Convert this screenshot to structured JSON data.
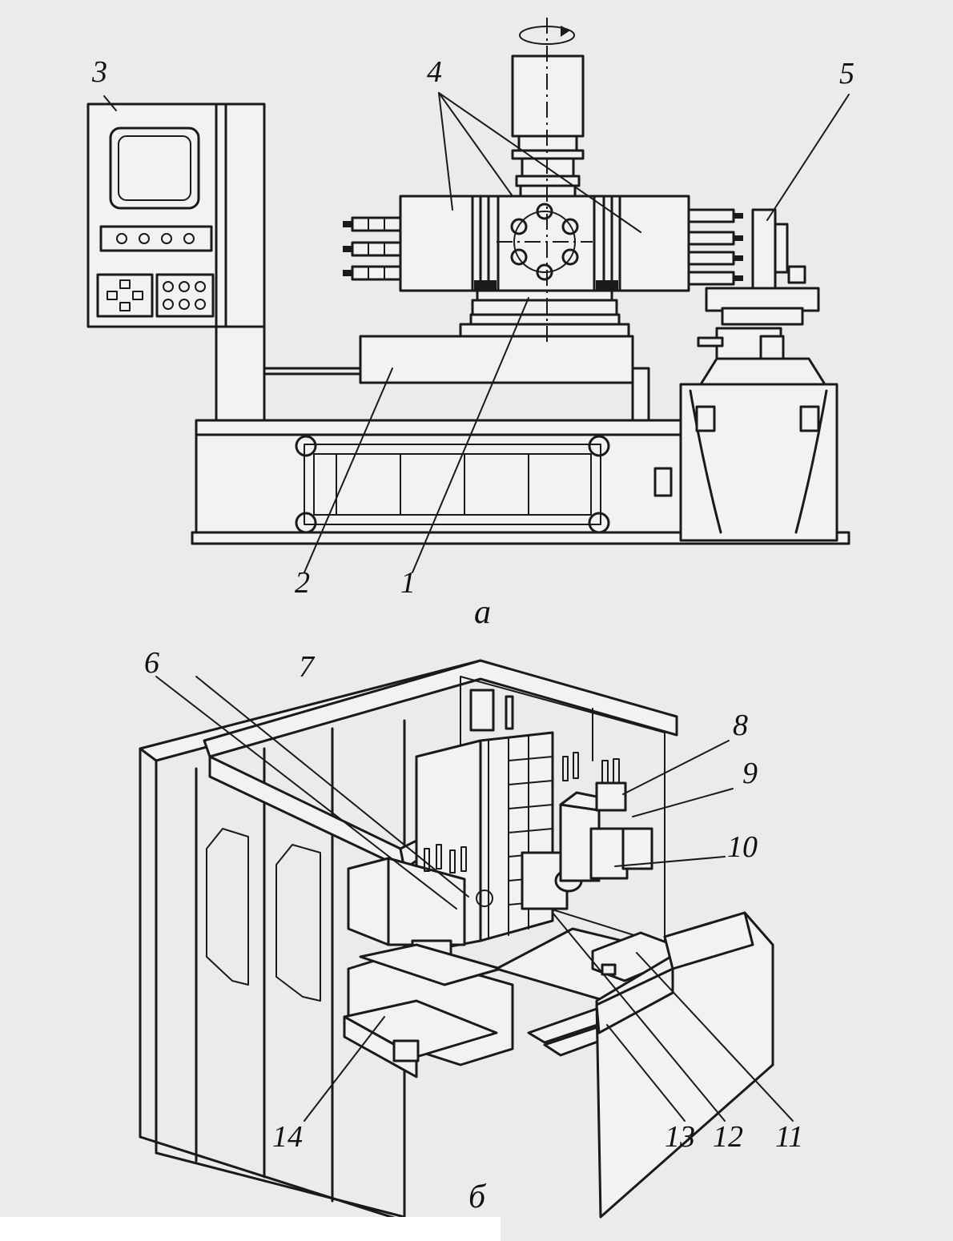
{
  "figure_a": {
    "caption": "а",
    "callouts": [
      {
        "id": "c1",
        "label": "1"
      },
      {
        "id": "c2",
        "label": "2"
      },
      {
        "id": "c3",
        "label": "3"
      },
      {
        "id": "c4",
        "label": "4"
      },
      {
        "id": "c5",
        "label": "5"
      }
    ]
  },
  "figure_b": {
    "caption": "б",
    "callouts": [
      {
        "id": "c6",
        "label": "6"
      },
      {
        "id": "c7",
        "label": "7"
      },
      {
        "id": "c8",
        "label": "8"
      },
      {
        "id": "c9",
        "label": "9"
      },
      {
        "id": "c10",
        "label": "10"
      },
      {
        "id": "c11",
        "label": "11"
      },
      {
        "id": "c12",
        "label": "12"
      },
      {
        "id": "c13",
        "label": "13"
      },
      {
        "id": "c14",
        "label": "14"
      }
    ]
  },
  "colors": {
    "background": "#ebebeb",
    "ink": "#1a1a1a"
  }
}
